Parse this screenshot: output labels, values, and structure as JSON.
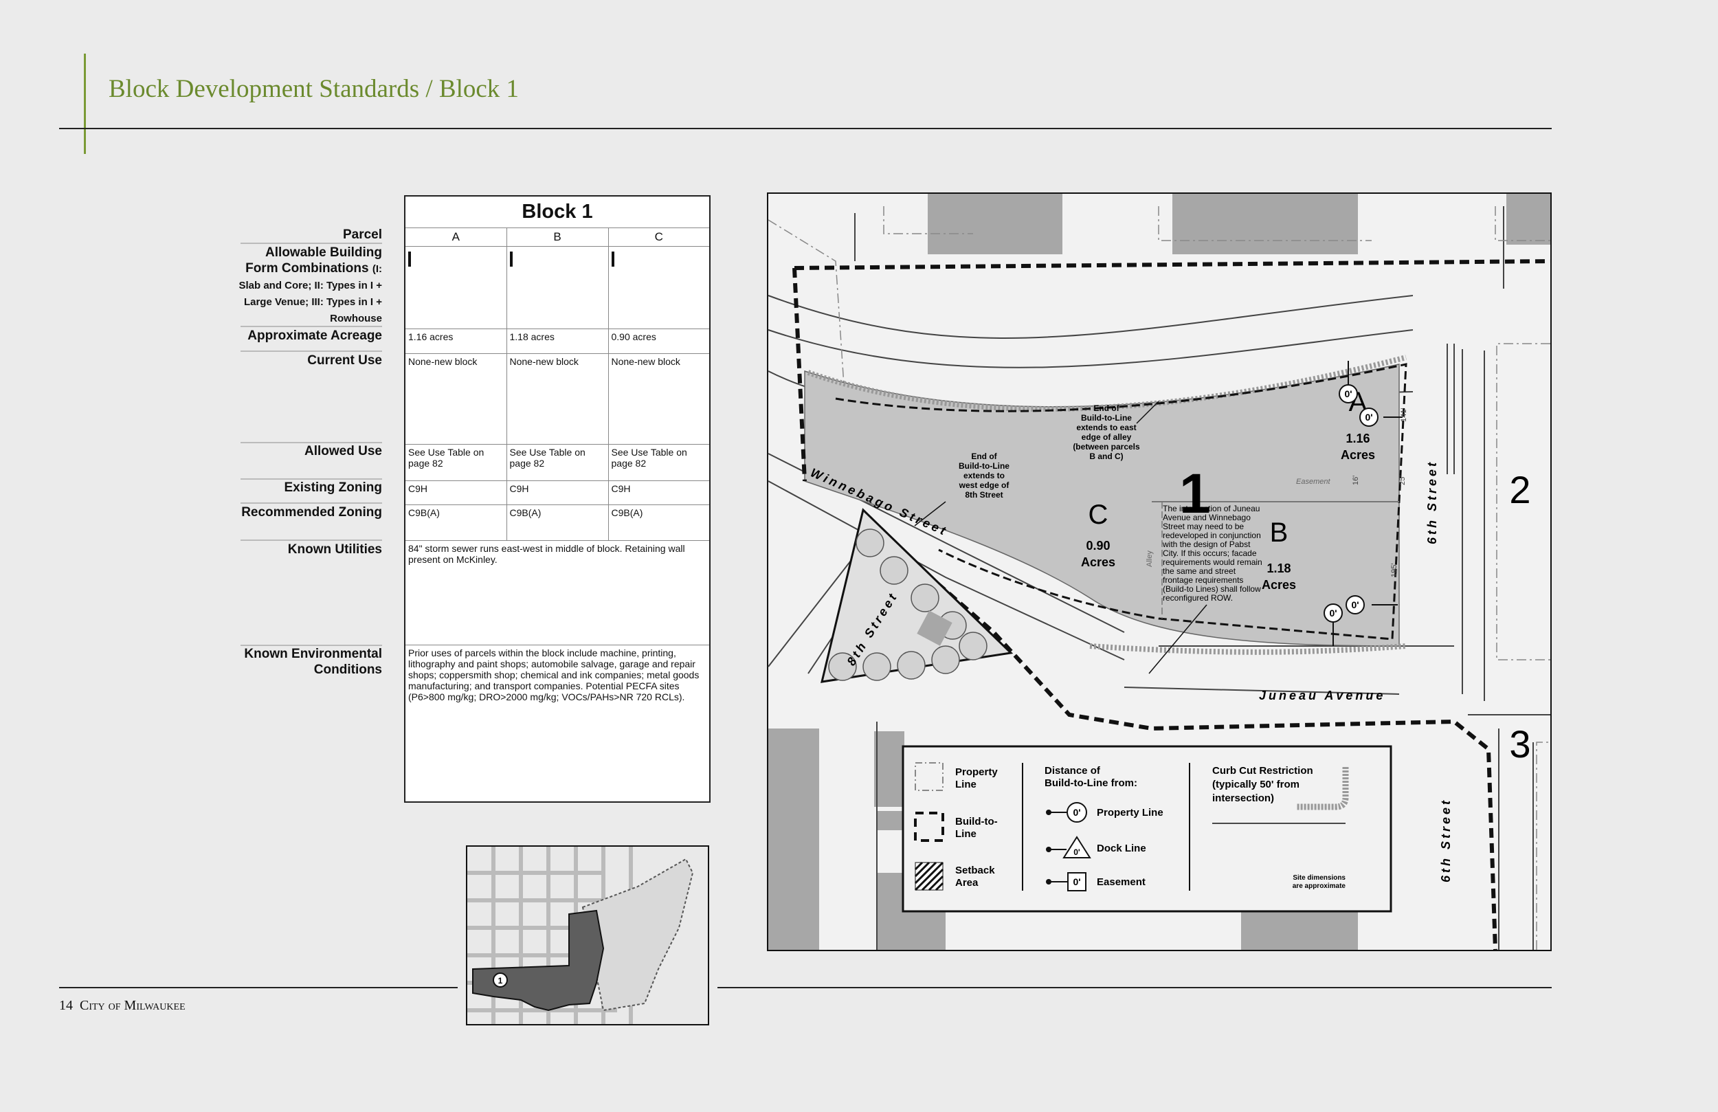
{
  "header": {
    "title": "Block Development Standards / Block 1"
  },
  "table": {
    "title": "Block  1",
    "labels": {
      "parcel": "Parcel",
      "forms_main": "Allowable Building Form Combinations",
      "forms_small": "(I: Slab and Core; II: Types in I + Large Venue; III: Types in I + Rowhouse",
      "acreage": "Approximate Acreage",
      "current_use": "Current Use",
      "allowed_use": "Allowed Use",
      "existing_zoning": "Existing Zoning",
      "recommended_zoning": "Recommended Zoning",
      "utilities": "Known Utilities",
      "environmental": "Known Environmental Conditions"
    },
    "parcels": [
      {
        "name": "A",
        "acreage": "1.16 acres",
        "current_use": "None-new block",
        "allowed_use": "See Use Table on page 82",
        "existing_zoning": "C9H",
        "recommended_zoning": "C9B(A)"
      },
      {
        "name": "B",
        "acreage": "1.18 acres",
        "current_use": "None-new block",
        "allowed_use": "See Use Table on page 82",
        "existing_zoning": "C9H",
        "recommended_zoning": "C9B(A)"
      },
      {
        "name": "C",
        "acreage": "0.90 acres",
        "current_use": "None-new block",
        "allowed_use": "See Use Table on page 82",
        "existing_zoning": "C9H",
        "recommended_zoning": "C9B(A)"
      }
    ],
    "utilities": "84\" storm sewer runs east-west in middle of block.  Retaining wall present on McKinley.",
    "environmental": "Prior uses of parcels within the block include machine, printing, lithography and paint shops; automobile salvage, garage and repair shops; coppersmith shop; chemical and ink companies; metal goods manufacturing; and transport companies. Potential PECFA sites (P6>800 mg/kg; DRO>2000 mg/kg; VOCs/PAHs>NR 720 RCLs)."
  },
  "map": {
    "block_number": "1",
    "parcel_a": {
      "letter": "A",
      "acres_value": "1.16",
      "acres_unit": "Acres"
    },
    "parcel_b": {
      "letter": "B",
      "acres_value": "1.18",
      "acres_unit": "Acres"
    },
    "parcel_c": {
      "letter": "C",
      "acres_value": "0.90",
      "acres_unit": "Acres"
    },
    "zero_marker": "0'",
    "streets": {
      "winnebago": "Winnebago Street",
      "eighth": "8th Street",
      "juneau": "Juneau Avenue",
      "sixth": "6th Street"
    },
    "neighbor_blocks": [
      "2",
      "3"
    ],
    "easement": "Easement",
    "alley": "Alley",
    "dims": [
      "16'",
      "25'",
      "141'",
      "195'"
    ],
    "notes": {
      "alley_end": [
        "End of",
        "Build-to-Line",
        "extends to east",
        "edge of alley",
        "(between parcels",
        "B and C)"
      ],
      "west_end": [
        "End of",
        "Build-to-Line",
        "extends to",
        "west edge of",
        "8th Street"
      ],
      "intersection": [
        "The intersection of Juneau",
        "Avenue and Winnebago",
        "Street may need to be",
        "redeveloped in conjunction",
        "with the design of Pabst",
        "City.  If this occurs; facade",
        "requirements would remain",
        "the same and street",
        "frontage requirements",
        "(Build-to Lines) shall follow",
        "reconfigured ROW."
      ]
    },
    "legend": {
      "property_line": [
        "Property",
        "Line"
      ],
      "build_to_line": [
        "Build-to-",
        "Line"
      ],
      "setback_area": [
        "Setback",
        "Area"
      ],
      "distance_title": [
        "Distance of",
        "Build-to-Line from:"
      ],
      "from_property_line": "Property Line",
      "from_dock_line": "Dock Line",
      "from_easement": "Easement",
      "curb_cut_title": [
        "Curb Cut Restriction",
        "(typically 50' from",
        "intersection)"
      ],
      "site_note": [
        "Site dimensions",
        "are approximate"
      ]
    }
  },
  "inset": {
    "marker": "1"
  },
  "footer": {
    "page": "14",
    "city": "City of Milwaukee"
  }
}
